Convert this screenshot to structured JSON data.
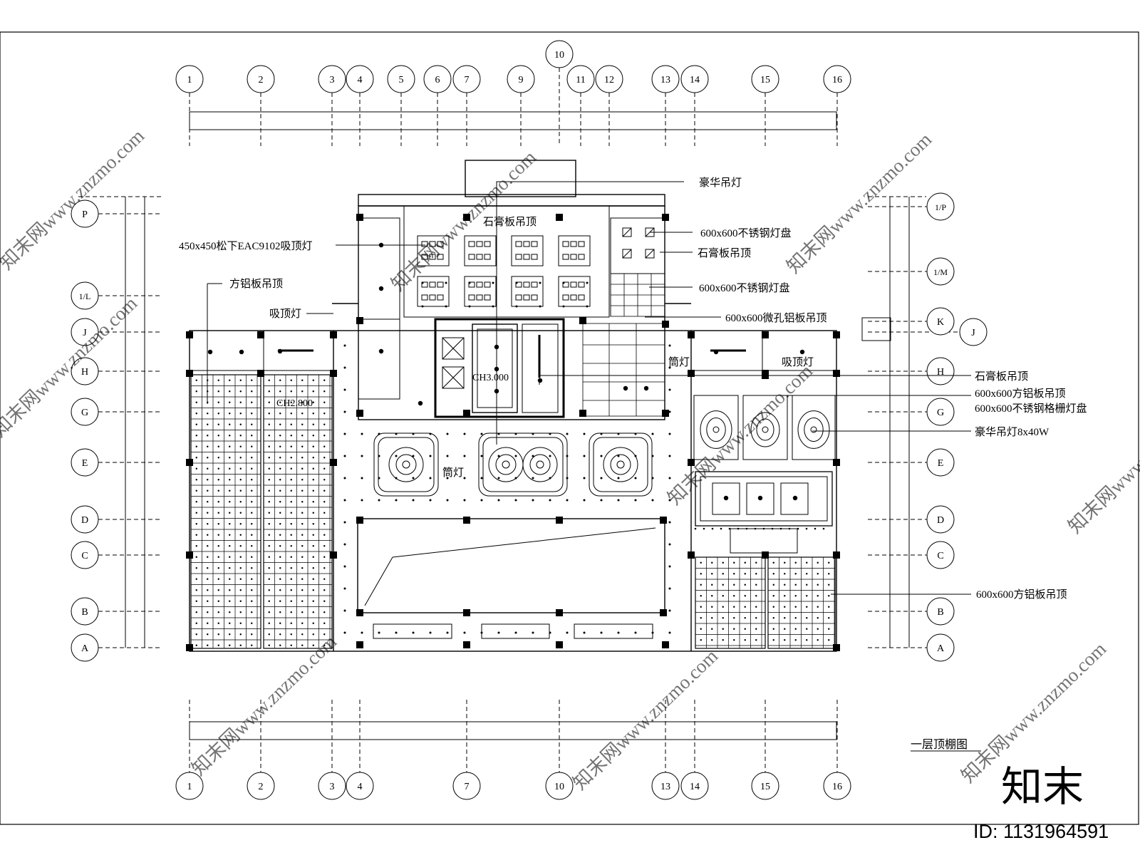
{
  "drawing_title": "一层顶棚图",
  "grid_top_labels": [
    "1",
    "2",
    "3",
    "4",
    "5",
    "6",
    "7",
    "9",
    "10",
    "11",
    "12",
    "13",
    "14",
    "15",
    "16"
  ],
  "grid_bottom_labels": [
    "1",
    "2",
    "3",
    "4",
    "7",
    "10",
    "13",
    "14",
    "15",
    "16"
  ],
  "grid_left_labels": [
    "P",
    "1/L",
    "J",
    "H",
    "G",
    "E",
    "D",
    "C",
    "B",
    "A"
  ],
  "grid_right_labels": [
    "1/P",
    "1/M",
    "K",
    "J",
    "H",
    "G",
    "E",
    "D",
    "C",
    "B",
    "A"
  ],
  "annotations": {
    "luxury_chandelier": "豪华吊灯",
    "gypsum_ceiling_top": "石膏板吊顶",
    "steel_panel_light_1": "600x600不锈钢灯盘",
    "gypsum_ceiling_right": "石膏板吊顶",
    "steel_panel_light_2": "600x600不锈钢灯盘",
    "perforated_al_ceiling": "600x600微孔铝板吊顶",
    "panasonic_light": "450x450松下EAC9102吸顶灯",
    "square_al_ceiling_left": "方铝板吊顶",
    "ceiling_light_left": "吸顶灯",
    "downlight_1": "筒灯",
    "ceiling_light_right": "吸顶灯",
    "downlight_2": "筒灯",
    "gypsum_ceiling_h": "石膏板吊顶",
    "al_ceiling_600": "600x600方铝板吊顶",
    "steel_grille_light": "600x600不锈钢格栅灯盘",
    "chandelier_8x40w": "豪华吊灯8x40W",
    "al_ceiling_600_b": "600x600方铝板吊顶",
    "ch_left": "CH2.800",
    "ch_center": "CH3.000"
  },
  "watermark": {
    "url_text": "知末网www.znzmo.com",
    "logo_text": "知末",
    "id_text": "ID: 1131964591"
  }
}
